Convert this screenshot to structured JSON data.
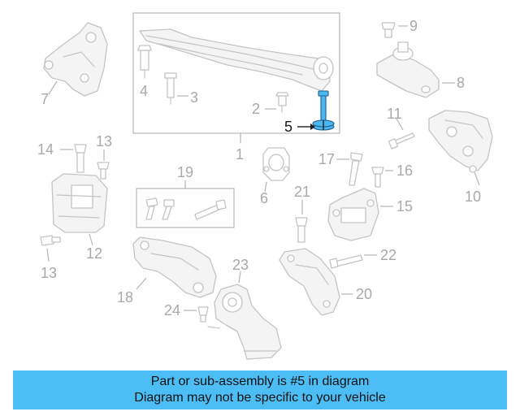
{
  "callouts": {
    "c1": "1",
    "c2": "2",
    "c3": "3",
    "c4": "4",
    "c5": "5",
    "c6": "6",
    "c7": "7",
    "c8": "8",
    "c9": "9",
    "c10": "10",
    "c11": "11",
    "c12": "12",
    "c13a": "13",
    "c13b": "13",
    "c14": "14",
    "c15": "15",
    "c16": "16",
    "c17": "17",
    "c18": "18",
    "c19": "19",
    "c20": "20",
    "c21": "21",
    "c22": "22",
    "c23": "23",
    "c24": "24"
  },
  "highlighted_part": "5",
  "colors": {
    "highlight": "#4ab8ee",
    "banner": "#4dbdf5",
    "line_art": "#c4c4c4",
    "callout_text": "#a9a9a9"
  },
  "banner": {
    "line1": "Part or sub-assembly is #5 in diagram",
    "line2": "Diagram may not be specific to your vehicle"
  }
}
